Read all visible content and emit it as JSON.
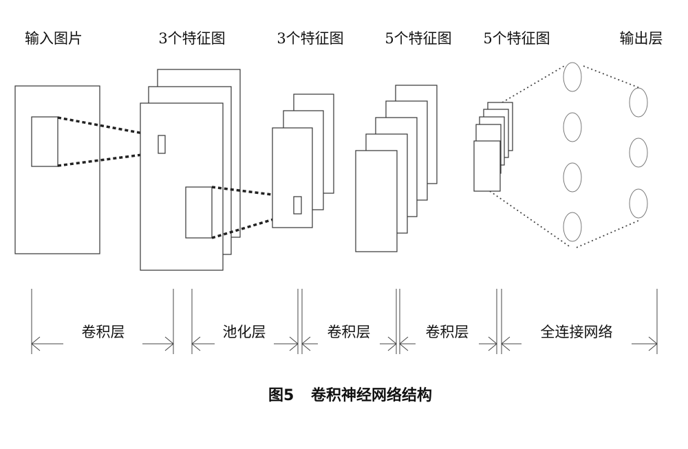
{
  "headers": {
    "input": "输入图片",
    "fmap1": "3个特征图",
    "fmap2": "3个特征图",
    "fmap3": "5个特征图",
    "fmap4": "5个特征图",
    "output": "输出层"
  },
  "layers": {
    "conv1": "卷积层",
    "pool1": "池化层",
    "conv2": "卷积层",
    "conv3": "卷积层",
    "fc": "全连接网络"
  },
  "caption": {
    "figure_no": "图5",
    "title": "卷积神经网络结构"
  },
  "network": {
    "hidden_nodes": 4,
    "output_nodes": 3
  }
}
